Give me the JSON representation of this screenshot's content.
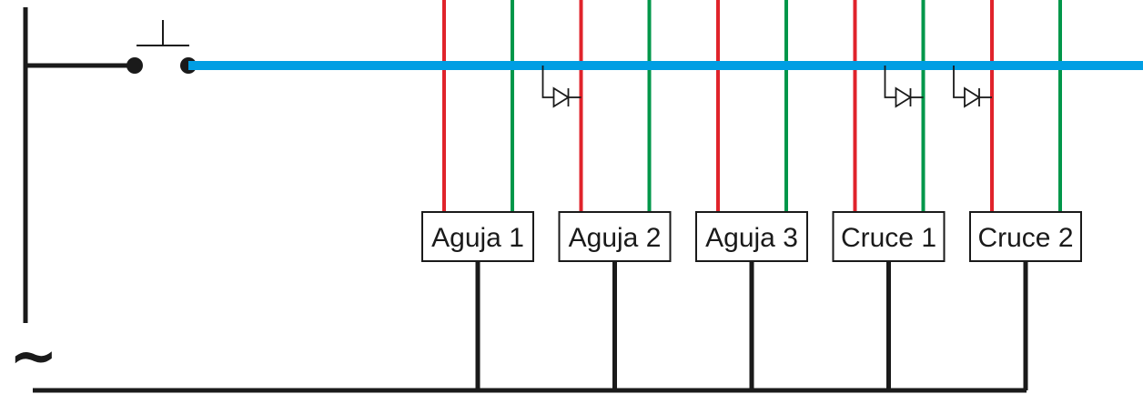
{
  "diagram": {
    "ac_symbol": "~",
    "modules": [
      {
        "label": "Aguja 1",
        "diode_on": null
      },
      {
        "label": "Aguja 2",
        "diode_on": "red"
      },
      {
        "label": "Aguja 3",
        "diode_on": null
      },
      {
        "label": "Cruce 1",
        "diode_on": "green"
      },
      {
        "label": "Cruce 2",
        "diode_on": "red"
      }
    ],
    "colors": {
      "red": "#e0232b",
      "green": "#00974a",
      "blue": "#009ee3",
      "black": "#1a1a1a"
    }
  }
}
